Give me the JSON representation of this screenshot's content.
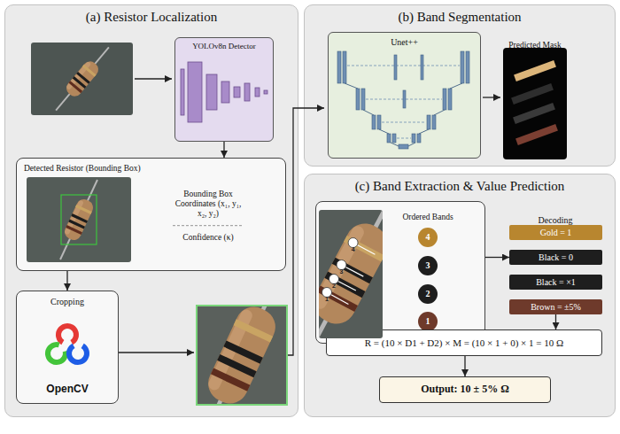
{
  "diagram": {
    "nodes": [
      {
        "text": [
          "(a) Resistor Localization"
        ]
      },
      {
        "text": [
          "YOLOv8n Detector"
        ],
        "in": 0
      },
      {
        "text": [
          "Detected Resistor (Bounding Box)",
          "Bounding Box Coordinates (x₁, y₁, x₂, y₂)",
          "Confidence (κ)"
        ],
        "in": 0
      },
      {
        "text": [
          "Cropping",
          "OpenCV"
        ],
        "in": 0
      },
      {
        "text": [
          "(b) Band Segmentation"
        ]
      },
      {
        "text": [
          "Unet++"
        ],
        "in": 4
      },
      {
        "text": [
          "(c) Band Extraction & Value Prediction"
        ]
      },
      {
        "text": [
          "Ordered Bands"
        ],
        "in": 6
      },
      {
        "text": [
          "4"
        ],
        "in": 7
      },
      {
        "text": [
          "3"
        ],
        "in": 7
      },
      {
        "text": [
          "2"
        ],
        "in": 7
      },
      {
        "text": [
          "1"
        ],
        "in": 7
      },
      {
        "text": [
          "Gold = 1"
        ],
        "in": 6
      },
      {
        "text": [
          "Black = 0"
        ],
        "in": 6
      },
      {
        "text": [
          "Black = ×1"
        ],
        "in": 6
      },
      {
        "text": [
          "Brown = ±5%"
        ],
        "in": 6
      },
      {
        "text": [
          "R = (10 × D1 + D2) × M = (10 × 1 + 0) × 1 = 10 Ω"
        ],
        "in": 6
      },
      {
        "text": [
          "Output: 10 ± 5% Ω"
        ],
        "in": 6
      }
    ],
    "edges": [
      {
        "from": 1,
        "to": 2,
        "arrow": "to"
      },
      {
        "from": 2,
        "to": 3,
        "arrow": "to"
      },
      {
        "from": 7,
        "to": 13,
        "arrow": "to"
      },
      {
        "from": 15,
        "to": 16,
        "arrow": "to"
      },
      {
        "from": 16,
        "to": 17,
        "arrow": "to"
      }
    ],
    "labels": [
      "Predicted Mask",
      "Decoding",
      "4",
      "3",
      "2",
      "1"
    ]
  }
}
